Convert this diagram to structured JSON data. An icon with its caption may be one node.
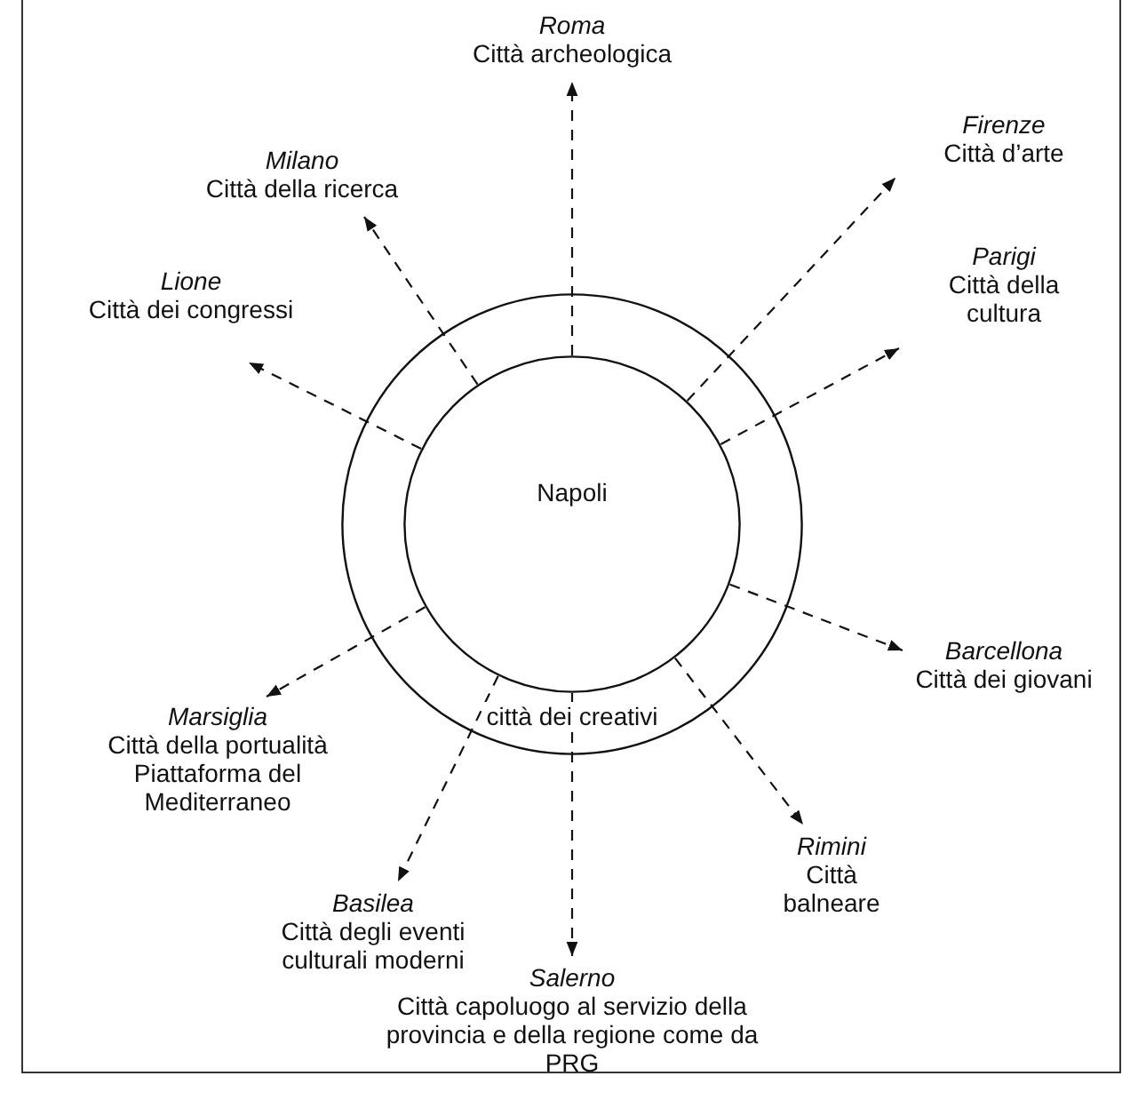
{
  "diagram": {
    "nodes": [
      {
        "text": [
          "città dei creativi"
        ]
      },
      {
        "text": [
          "Napoli"
        ],
        "in": 0
      },
      {
        "text": [
          "Roma",
          "Città archeologica"
        ]
      },
      {
        "text": [
          "Milano",
          "Città della ricerca"
        ]
      },
      {
        "text": [
          "Firenze",
          "Città d’arte"
        ]
      },
      {
        "text": [
          "Lione",
          "Città dei congressi"
        ]
      },
      {
        "text": [
          "Parigi",
          "Città della cultura"
        ]
      },
      {
        "text": [
          "Marsiglia",
          "Città della portualità",
          "Piattaforma del Mediterraneo"
        ]
      },
      {
        "text": [
          "Barcellona",
          "Città dei giovani"
        ]
      },
      {
        "text": [
          "Basilea",
          "Città degli eventi culturali moderni"
        ]
      },
      {
        "text": [
          "Rimini",
          "Città balneare"
        ]
      },
      {
        "text": [
          "Salerno",
          "Città capoluogo al servizio della provincia e della regione come da PRG"
        ]
      }
    ],
    "edges": [
      {
        "from": 1,
        "to": 2,
        "arrow": "to",
        "style": "dashed"
      },
      {
        "from": 1,
        "to": 3,
        "arrow": "to",
        "style": "dashed"
      },
      {
        "from": 1,
        "to": 4,
        "arrow": "to",
        "style": "dashed"
      },
      {
        "from": 1,
        "to": 5,
        "arrow": "to",
        "style": "dashed"
      },
      {
        "from": 1,
        "to": 6,
        "arrow": "to",
        "style": "dashed"
      },
      {
        "from": 1,
        "to": 7,
        "arrow": "to",
        "style": "dashed"
      },
      {
        "from": 1,
        "to": 8,
        "arrow": "to",
        "style": "dashed"
      },
      {
        "from": 1,
        "to": 9,
        "arrow": "to",
        "style": "dashed"
      },
      {
        "from": 1,
        "to": 10,
        "arrow": "to",
        "style": "dashed"
      },
      {
        "from": 1,
        "to": 11,
        "arrow": "to",
        "style": "dashed"
      }
    ]
  }
}
